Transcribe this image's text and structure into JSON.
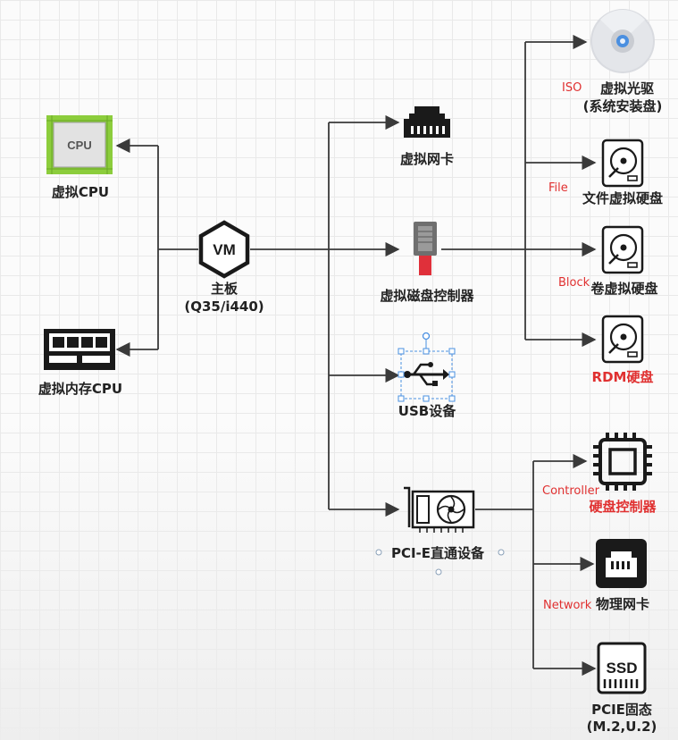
{
  "nodes": {
    "vcpu": "虚拟CPU",
    "vmem": "虚拟内存CPU",
    "board": "主板",
    "board_model": "(Q35/i440)",
    "vm_badge": "VM",
    "cpu_chip": "CPU",
    "vnic": "虚拟网卡",
    "vdisk_ctrl": "虚拟磁盘控制器",
    "usb": "USB设备",
    "pcie": "PCI-E直通设备",
    "vcdrom": "虚拟光驱",
    "vcdrom_sub": "(系统安装盘)",
    "file_disk": "文件虚拟硬盘",
    "vol_disk": "卷虚拟硬盘",
    "rdm_disk": "RDM硬盘",
    "hdd_ctrl": "硬盘控制器",
    "phys_nic": "物理网卡",
    "pcie_ssd": "PCIE固态",
    "pcie_ssd_sub": "(M.2,U.2)",
    "ssd_text": "SSD"
  },
  "tags": {
    "iso": "ISO",
    "file": "File",
    "block": "Block",
    "controller": "Controller",
    "network": "Network"
  },
  "colors": {
    "line": "#3a3a3a",
    "tag": "#e03030",
    "chip_green": "#8ccd3c",
    "selection": "#4a90e2"
  }
}
